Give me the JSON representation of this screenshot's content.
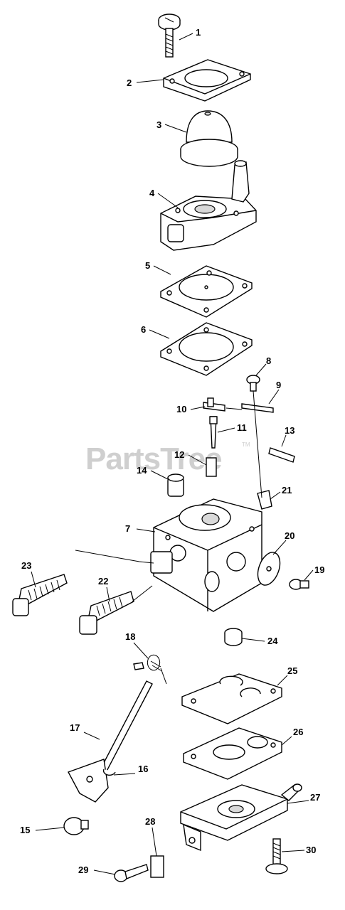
{
  "watermark": {
    "text": "PartsTree",
    "trademark": "TM"
  },
  "callouts": [
    {
      "id": "callout-1",
      "label": "1"
    },
    {
      "id": "callout-2",
      "label": "2"
    },
    {
      "id": "callout-3",
      "label": "3"
    },
    {
      "id": "callout-4",
      "label": "4"
    },
    {
      "id": "callout-5",
      "label": "5"
    },
    {
      "id": "callout-6",
      "label": "6"
    },
    {
      "id": "callout-7",
      "label": "7"
    },
    {
      "id": "callout-8",
      "label": "8"
    },
    {
      "id": "callout-9",
      "label": "9"
    },
    {
      "id": "callout-10",
      "label": "10"
    },
    {
      "id": "callout-11",
      "label": "11"
    },
    {
      "id": "callout-12",
      "label": "12"
    },
    {
      "id": "callout-13",
      "label": "13"
    },
    {
      "id": "callout-14",
      "label": "14"
    },
    {
      "id": "callout-15",
      "label": "15"
    },
    {
      "id": "callout-16",
      "label": "16"
    },
    {
      "id": "callout-17",
      "label": "17"
    },
    {
      "id": "callout-18",
      "label": "18"
    },
    {
      "id": "callout-19",
      "label": "19"
    },
    {
      "id": "callout-20",
      "label": "20"
    },
    {
      "id": "callout-21",
      "label": "21"
    },
    {
      "id": "callout-22",
      "label": "22"
    },
    {
      "id": "callout-23",
      "label": "23"
    },
    {
      "id": "callout-24",
      "label": "24"
    },
    {
      "id": "callout-25",
      "label": "25"
    },
    {
      "id": "callout-26",
      "label": "26"
    },
    {
      "id": "callout-27",
      "label": "27"
    },
    {
      "id": "callout-28",
      "label": "28"
    },
    {
      "id": "callout-29",
      "label": "29"
    },
    {
      "id": "callout-30",
      "label": "30"
    }
  ]
}
